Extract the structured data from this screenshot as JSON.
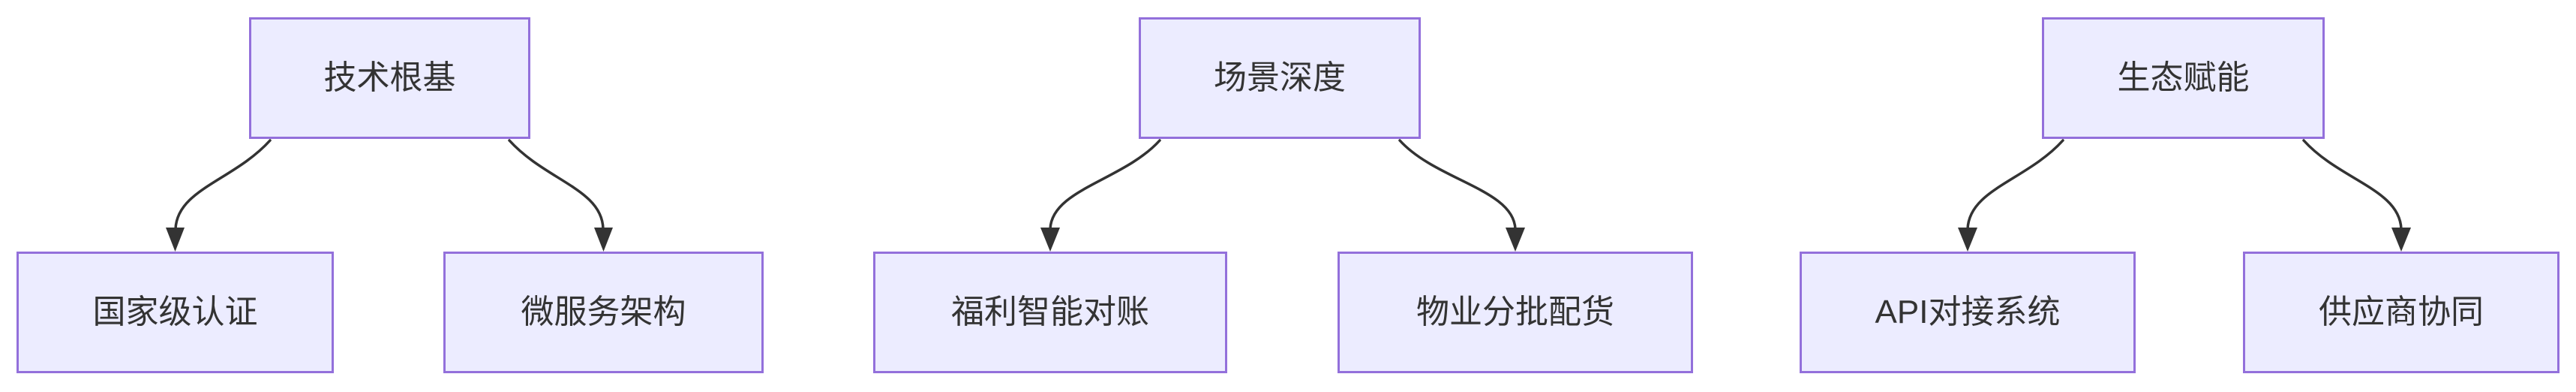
{
  "diagram": {
    "type": "flowchart-top-down",
    "colors": {
      "background": "#FFFFFF",
      "node_fill": "#ECECFF",
      "node_border": "#9370DB",
      "node_text": "#333333",
      "edge": "#333333"
    },
    "groups": [
      {
        "parent": "技术根基",
        "children": [
          "国家级认证",
          "微服务架构"
        ]
      },
      {
        "parent": "场景深度",
        "children": [
          "福利智能对账",
          "物业分批配货"
        ]
      },
      {
        "parent": "生态赋能",
        "children": [
          "API对接系统",
          "供应商协同"
        ]
      }
    ],
    "edges": [
      {
        "from": "技术根基",
        "to": "国家级认证"
      },
      {
        "from": "技术根基",
        "to": "微服务架构"
      },
      {
        "from": "场景深度",
        "to": "福利智能对账"
      },
      {
        "from": "场景深度",
        "to": "物业分批配货"
      },
      {
        "from": "生态赋能",
        "to": "API对接系统"
      },
      {
        "from": "生态赋能",
        "to": "供应商协同"
      }
    ]
  }
}
